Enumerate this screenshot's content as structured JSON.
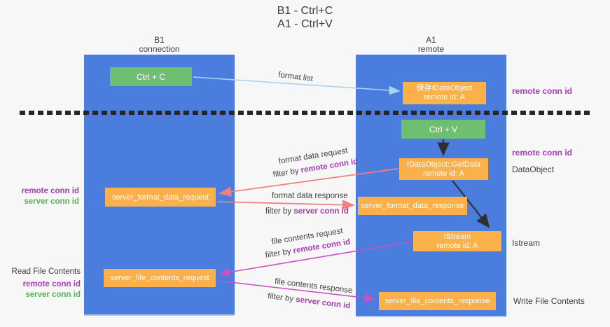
{
  "title": {
    "line1": "B1 - Ctrl+C",
    "line2": "A1 - Ctrl+V"
  },
  "lanes": {
    "left": {
      "name": "B1",
      "role": "connection"
    },
    "right": {
      "name": "A1",
      "role": "remote"
    }
  },
  "nodes": {
    "ctrl_c": {
      "label": "Ctrl + C"
    },
    "save_idataobject": {
      "line1": "保存IDataObject",
      "line2": "remote id: A"
    },
    "ctrl_v": {
      "label": "Ctrl + V"
    },
    "idataobject_getdata": {
      "line1": "IDataObject::GetData",
      "line2": "remote id: A"
    },
    "server_format_data_request": {
      "label": "server_format_data_request"
    },
    "server_format_data_response": {
      "label": "server_format_data_response"
    },
    "istream": {
      "line1": "IStream",
      "line2": "remote id: A"
    },
    "server_file_contents_request": {
      "label": "server_file_contents_request"
    },
    "server_file_contents_response": {
      "label": "server_file_contents_response"
    }
  },
  "edge_labels": {
    "format_list": "format list",
    "format_data_request": {
      "label": "format data request",
      "filter_prefix": "filter by ",
      "filter_key": "remote conn id"
    },
    "format_data_response": {
      "label": "format data response",
      "filter_prefix": "filter by ",
      "filter_key": "server conn id"
    },
    "file_contents_request": {
      "label": "file contents request",
      "filter_prefix": "filter by ",
      "filter_key": "remote conn id"
    },
    "file_contents_response": {
      "label": "file contents response",
      "filter_prefix": "filter by ",
      "filter_key": "server conn id"
    }
  },
  "annotations": {
    "right_top_remote_conn_id": "remote conn id",
    "right_mid_remote_conn_id": "remote conn id",
    "right_dataobject": "DataObject",
    "right_istream": "Istream",
    "right_write_file_contents": "Write File Contents",
    "left_remote_conn_id_1": "remote conn id",
    "left_server_conn_id_1": "server conn id",
    "left_read_file_contents": "Read File Contents",
    "left_remote_conn_id_2": "remote conn id",
    "left_server_conn_id_2": "server conn id"
  },
  "colors": {
    "lane_blue": "#4a7dde",
    "green_box": "#6fbf73",
    "orange_box": "#fbb04a",
    "purple_text": "#a73eb8",
    "green_text": "#57b45a",
    "arrow_light_blue": "#a9d3f2",
    "arrow_red": "#f37f7f",
    "arrow_magenta": "#c751c5",
    "arrow_black": "#303030"
  }
}
